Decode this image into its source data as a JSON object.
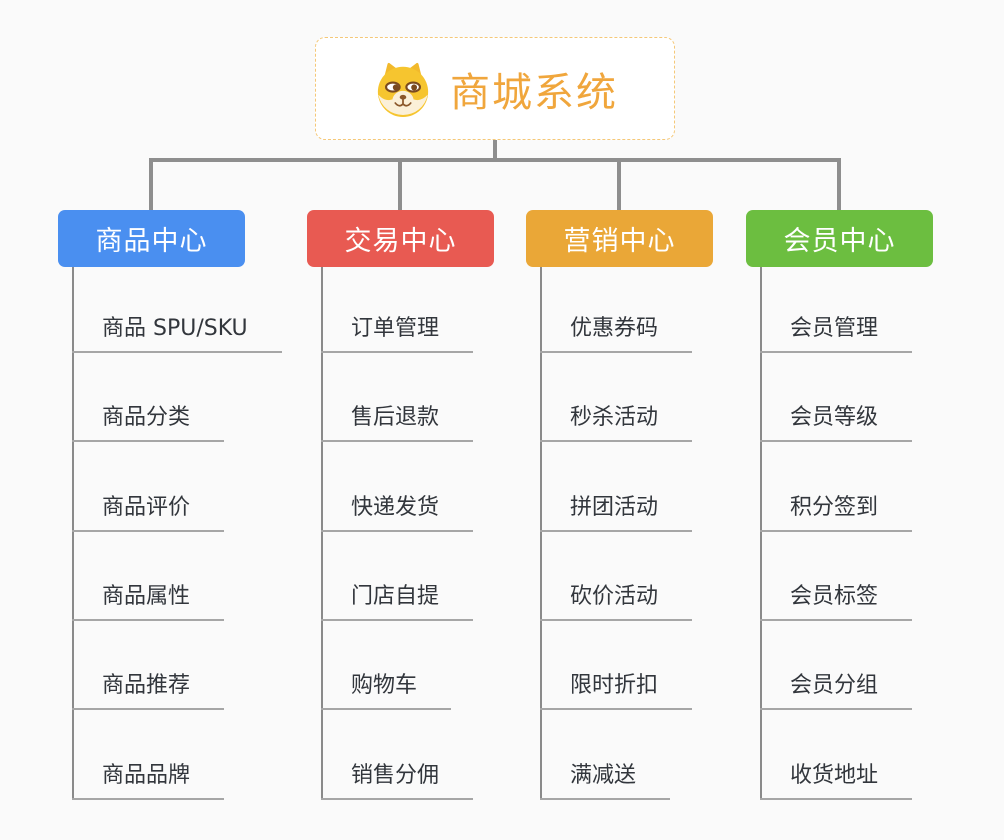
{
  "root": {
    "title": "商城系统",
    "icon": "shiba-dog-icon",
    "text_color": "#F0A63C",
    "border_color": "#F5C878",
    "background": "#FFFFFF"
  },
  "colors": {
    "page_background": "#FAFAFA",
    "connector": "#8E8E8E",
    "leaf_underline": "#A6A6A6",
    "leaf_text": "#32363C"
  },
  "branches": [
    {
      "label": "商品中心",
      "color": "#4A8FF0",
      "children": [
        "商品 SPU/SKU",
        "商品分类",
        "商品评价",
        "商品属性",
        "商品推荐",
        "商品品牌"
      ]
    },
    {
      "label": "交易中心",
      "color": "#E85A52",
      "children": [
        "订单管理",
        "售后退款",
        "快递发货",
        "门店自提",
        "购物车",
        "销售分佣"
      ]
    },
    {
      "label": "营销中心",
      "color": "#EAA737",
      "children": [
        "优惠券码",
        "秒杀活动",
        "拼团活动",
        "砍价活动",
        "限时折扣",
        "满减送"
      ]
    },
    {
      "label": "会员中心",
      "color": "#6CBE40",
      "children": [
        "会员管理",
        "会员等级",
        "积分签到",
        "会员标签",
        "会员分组",
        "收货地址"
      ]
    }
  ]
}
